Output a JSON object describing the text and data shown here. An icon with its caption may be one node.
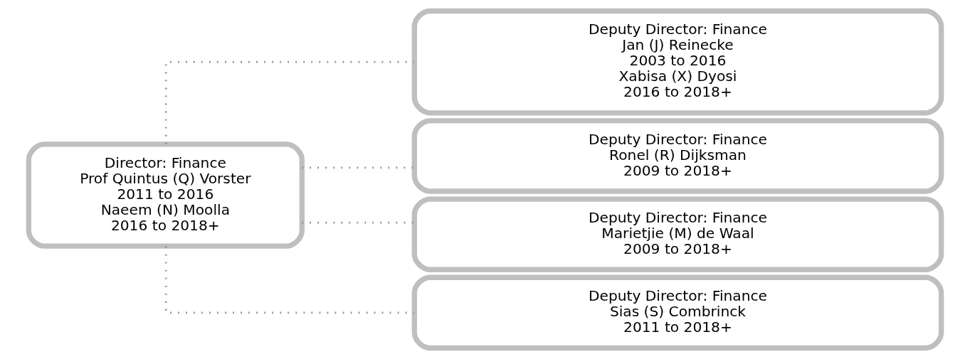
{
  "diagram": {
    "nodes": [
      {
        "text": [
          "Director: Finance",
          "Prof Quintus (Q) Vorster",
          "2011 to 2016",
          "Naeem (N) Moolla",
          "2016 to 2018+"
        ]
      },
      {
        "text": [
          "Deputy Director: Finance",
          "Jan (J) Reinecke",
          "2003 to 2016",
          "Xabisa (X) Dyosi",
          "2016 to 2018+"
        ]
      },
      {
        "text": [
          "Deputy Director: Finance",
          "Ronel (R) Dijksman",
          "2009 to 2018+"
        ]
      },
      {
        "text": [
          "Deputy Director: Finance",
          "Marietjie (M) de Waal",
          "2009 to 2018+"
        ]
      },
      {
        "text": [
          "Deputy Director: Finance",
          "Sias (S) Combrinck",
          "2011 to 2018+"
        ]
      }
    ],
    "edges": [
      {
        "from": 0,
        "to": 1,
        "arrow": "none",
        "style": "dashed"
      },
      {
        "from": 0,
        "to": 2,
        "arrow": "none",
        "style": "dashed"
      },
      {
        "from": 0,
        "to": 3,
        "arrow": "none",
        "style": "dashed"
      },
      {
        "from": 0,
        "to": 4,
        "arrow": "none",
        "style": "dashed"
      }
    ]
  }
}
